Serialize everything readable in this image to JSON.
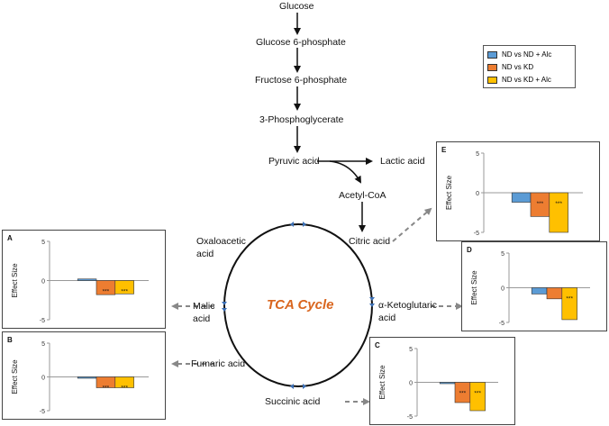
{
  "pathway": {
    "glucose": "Glucose",
    "g6p": "Glucose 6-phosphate",
    "f6p": "Fructose 6-phosphate",
    "pg3": "3-Phosphoglycerate",
    "pyruvic": "Pyruvic acid",
    "lactic": "Lactic acid",
    "acetylcoa": "Acetyl-CoA",
    "citric": "Citric acid",
    "oxaloacetic_1": "Oxaloacetic",
    "oxaloacetic_2": "acid",
    "akg_1": "α-Ketoglutaric",
    "akg_2": "acid",
    "malic_1": "Malic",
    "malic_2": "acid",
    "fumaric": "Fumaric acid",
    "succinic": "Succinic acid",
    "cycle": "TCA Cycle"
  },
  "legend": {
    "items": [
      {
        "label": "ND vs ND + Alc",
        "color": "#5b9bd5"
      },
      {
        "label": "ND vs KD",
        "color": "#ed7d31"
      },
      {
        "label": "ND vs KD + Alc",
        "color": "#ffc000"
      }
    ]
  },
  "chart_data": [
    {
      "type": "bar",
      "panel": "A",
      "ylabel": "Effect Size",
      "ylim": [
        -5,
        5
      ],
      "ticks": [
        5,
        0,
        -5
      ],
      "categories": [
        "ND vs ND + Alc",
        "ND vs KD",
        "ND vs KD + Alc"
      ],
      "series": [
        {
          "name": "ND vs ND + Alc",
          "values": [
            0.2
          ]
        },
        {
          "name": "ND vs KD",
          "values": [
            -1.8
          ]
        },
        {
          "name": "ND vs KD + Alc",
          "values": [
            -1.7
          ]
        }
      ],
      "annotations": [
        "",
        "***",
        "***"
      ]
    },
    {
      "type": "bar",
      "panel": "B",
      "ylabel": "Effect Size",
      "ylim": [
        -5,
        5
      ],
      "ticks": [
        5,
        0,
        -5
      ],
      "categories": [
        "ND vs ND + Alc",
        "ND vs KD",
        "ND vs KD + Alc"
      ],
      "series": [
        {
          "name": "ND vs ND + Alc",
          "values": [
            0.0
          ]
        },
        {
          "name": "ND vs KD",
          "values": [
            -1.6
          ]
        },
        {
          "name": "ND vs KD + Alc",
          "values": [
            -1.6
          ]
        }
      ],
      "annotations": [
        "",
        "***",
        "***"
      ]
    },
    {
      "type": "bar",
      "panel": "C",
      "ylabel": "Effect Size",
      "ylim": [
        -5,
        5
      ],
      "ticks": [
        5,
        0,
        -5
      ],
      "categories": [
        "ND vs ND + Alc",
        "ND vs KD",
        "ND vs KD + Alc"
      ],
      "series": [
        {
          "name": "ND vs ND + Alc",
          "values": [
            -0.2
          ]
        },
        {
          "name": "ND vs KD",
          "values": [
            -3.0
          ]
        },
        {
          "name": "ND vs KD + Alc",
          "values": [
            -4.2
          ]
        }
      ],
      "annotations": [
        "",
        "***",
        "***"
      ]
    },
    {
      "type": "bar",
      "panel": "D",
      "ylabel": "Effect Size",
      "ylim": [
        -5,
        5
      ],
      "ticks": [
        5,
        0,
        -5
      ],
      "categories": [
        "ND vs ND + Alc",
        "ND vs KD",
        "ND vs KD + Alc"
      ],
      "series": [
        {
          "name": "ND vs ND + Alc",
          "values": [
            -0.9
          ]
        },
        {
          "name": "ND vs KD",
          "values": [
            -1.6
          ]
        },
        {
          "name": "ND vs KD + Alc",
          "values": [
            -4.6
          ]
        }
      ],
      "annotations": [
        "",
        "",
        "***"
      ]
    },
    {
      "type": "bar",
      "panel": "E",
      "ylabel": "Effect Size",
      "ylim": [
        -5,
        5
      ],
      "ticks": [
        5,
        0,
        -5
      ],
      "categories": [
        "ND vs ND + Alc",
        "ND vs KD",
        "ND vs KD + Alc"
      ],
      "series": [
        {
          "name": "ND vs ND + Alc",
          "values": [
            -1.2
          ]
        },
        {
          "name": "ND vs KD",
          "values": [
            -3.0
          ]
        },
        {
          "name": "ND vs KD + Alc",
          "values": [
            -5.0
          ]
        }
      ],
      "annotations": [
        "",
        "***",
        "***"
      ]
    }
  ]
}
